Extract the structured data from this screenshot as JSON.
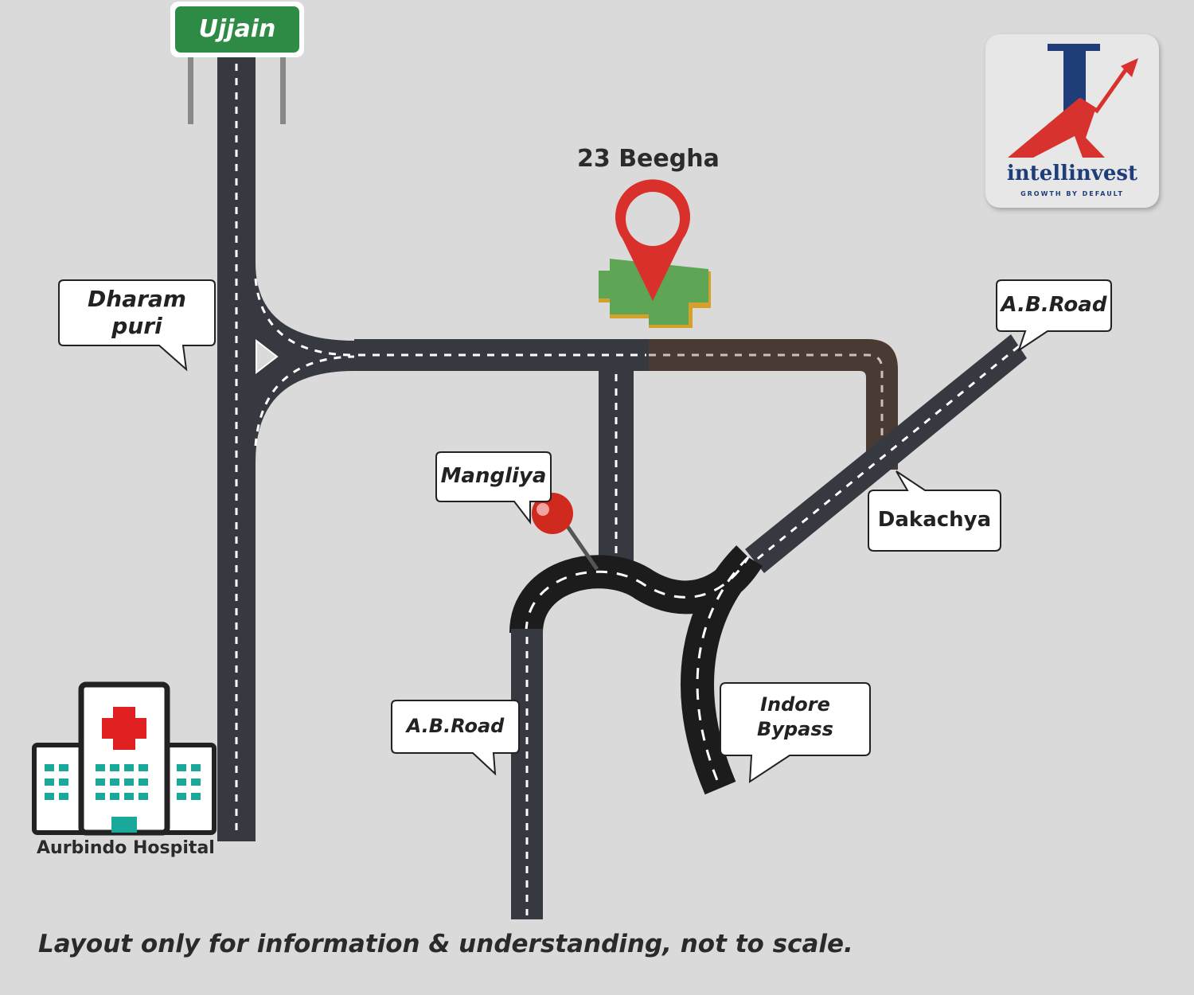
{
  "sign": {
    "label": "Ujjain"
  },
  "site": {
    "label": "23 Beegha"
  },
  "places": {
    "dharampuri": "Dharam\npuri",
    "ab_road_top": "A.B.Road",
    "mangliya": "Mangliya",
    "dakachya": "Dakachya",
    "ab_road_bottom": "A.B.Road",
    "indore_bypass": "Indore Bypass",
    "hospital": "Aurbindo Hospital"
  },
  "logo": {
    "name": "intellinvest",
    "tagline": "GROWTH BY DEFAULT"
  },
  "disclaimer": "Layout only for information & understanding, not to scale.",
  "colors": {
    "background": "#dadada",
    "road": "#363a40",
    "unpaved_road": "#4a3a34",
    "bypass": "#1c1c1c",
    "sign_green": "#2e8b45",
    "pin_red": "#d9302b",
    "plot_green": "#5ea556",
    "hospital_teal": "#1aa89a",
    "logo_blue": "#1f3d78",
    "logo_red": "#d7322e"
  }
}
